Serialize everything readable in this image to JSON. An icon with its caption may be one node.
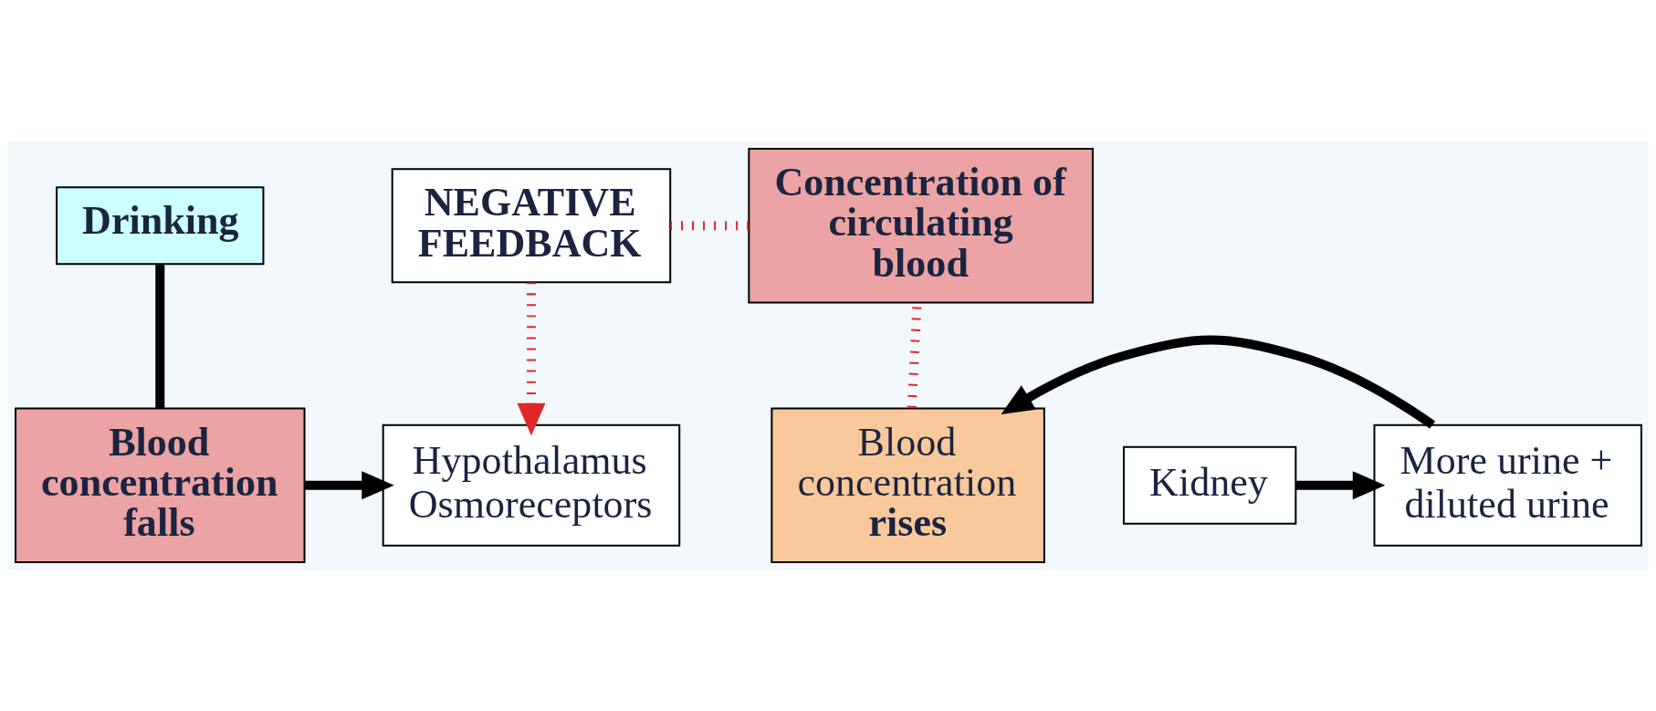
{
  "diagram": {
    "nodes": [
      {
        "text": [
          "NEGATIVE FEEDBACK"
        ]
      },
      {
        "text": [
          "Concentration of circulating blood"
        ]
      },
      {
        "text": [
          "Drinking"
        ]
      },
      {
        "text": [
          "Blood concentration falls"
        ]
      },
      {
        "text": [
          "Hypothalamus Osmoreceptors"
        ]
      },
      {
        "text": [
          "Kidney"
        ]
      },
      {
        "text": [
          "More urine + diluted urine"
        ]
      },
      {
        "text": [
          "Blood concentration **rises**"
        ]
      }
    ],
    "edges": [
      {
        "from": 7,
        "to": 1,
        "arrow": "none",
        "style": "dashed",
        "color": "#e02828"
      },
      {
        "from": 1,
        "to": 0,
        "arrow": "none",
        "style": "dashed",
        "color": "#e02828"
      },
      {
        "from": 0,
        "to": 4,
        "arrow": "to",
        "style": "dashed",
        "color": "#e02828"
      },
      {
        "from": 2,
        "to": 3,
        "arrow": "none"
      },
      {
        "from": 3,
        "to": 4,
        "arrow": "to"
      },
      {
        "from": 5,
        "to": 6,
        "arrow": "to"
      },
      {
        "from": 6,
        "to": 7,
        "arrow": "to"
      }
    ]
  }
}
